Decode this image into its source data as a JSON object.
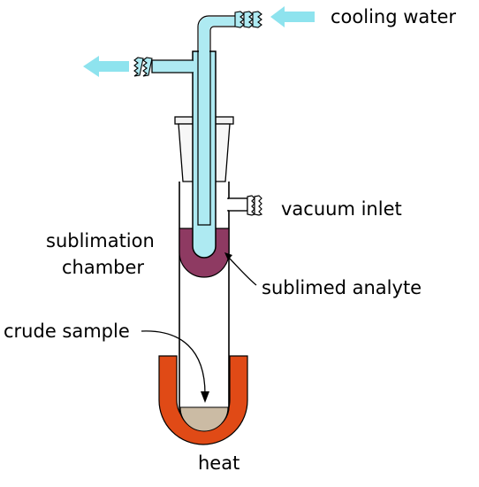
{
  "labels": {
    "cooling_water": "cooling water",
    "vacuum_inlet": "vacuum inlet",
    "sublimation_chamber_line1": "sublimation",
    "sublimation_chamber_line2": "chamber",
    "sublimed_analyte": "sublimed analyte",
    "crude_sample": "crude sample",
    "heat": "heat"
  },
  "colors": {
    "coolant": "#aeeaf2",
    "water_arrow": "#8ee3ee",
    "glass_outline": "#000000",
    "analyte": "#8e3a62",
    "heat_mantle": "#e04a16",
    "sample": "#cbbba4",
    "stopper": "#f2f2f2"
  }
}
